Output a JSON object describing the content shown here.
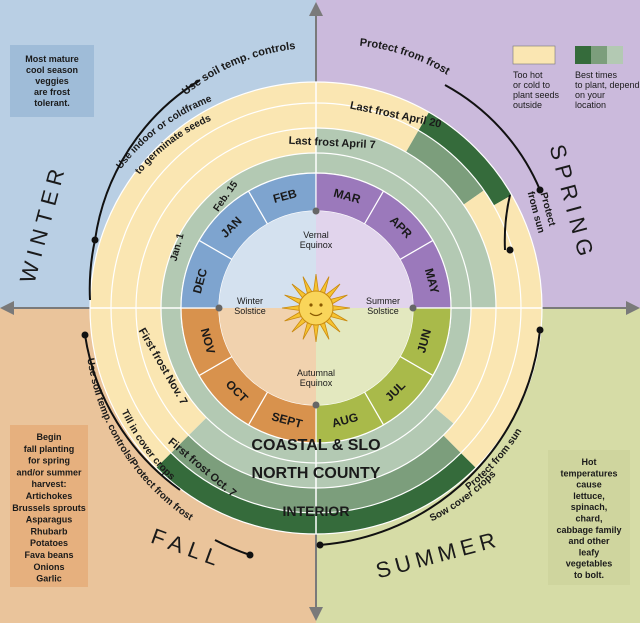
{
  "seasons": {
    "winter": "WINTER",
    "spring": "SPRING",
    "summer": "SUMMER",
    "fall": "FALL"
  },
  "rings": {
    "coastal": "COASTAL & SLO",
    "north_county": "NORTH COUNTY",
    "interior": "INTERIOR"
  },
  "months": [
    "JAN",
    "FEB",
    "MAR",
    "APR",
    "MAY",
    "JUN",
    "JUL",
    "AUG",
    "SEPT",
    "OCT",
    "NOV",
    "DEC"
  ],
  "markers": {
    "vernal": [
      "Vernal",
      "Equinox"
    ],
    "summer_solstice": [
      "Summer",
      "Solstice"
    ],
    "autumnal": [
      "Autumnal",
      "Equinox"
    ],
    "winter_solstice": [
      "Winter",
      "Solstice"
    ]
  },
  "frost_dates": {
    "jan1": "Jan. 1",
    "feb15": "Feb. 15",
    "last_april7": "Last frost April 7",
    "last_april20": "Last frost April 20",
    "first_nov7": "First frost Nov. 7",
    "first_oct7": "First frost Oct. 7"
  },
  "arc_labels": {
    "soil_temp": "Use soil temp. controls",
    "indoor_line1": "Use indoor or coldframe",
    "indoor_line2": "to germinate seeds",
    "protect_frost": "Protect from frost",
    "protect_sun_spring_line1": "Protect",
    "protect_sun_spring_line2": "from sun",
    "fall_line1": "Use soil temp. controls/Protect from frost",
    "fall_line2": "Till in cover crops",
    "summer_line1": "Protect from sun",
    "summer_line2": "Sow cover crops"
  },
  "notes": {
    "winter": [
      "Most mature",
      "cool season",
      "veggies",
      "are frost",
      "tolerant."
    ],
    "fall": [
      "Begin",
      "fall planting",
      "for spring",
      "and/or summer",
      "harvest:",
      "Artichokes",
      "Brussels sprouts",
      "Asparagus",
      "Rhubarb",
      "Potatoes",
      "Fava beans",
      "Onions",
      "Garlic"
    ],
    "summer": [
      "Hot",
      "temperatures",
      "cause",
      "lettuce,",
      "spinach,",
      "chard,",
      "cabbage family",
      "and other",
      "leafy",
      "vegetables",
      "to bolt."
    ]
  },
  "legend": {
    "too_hot": [
      "Too hot",
      "or cold to",
      "plant seeds",
      "outside"
    ],
    "best_times": [
      "Best times",
      "to plant, depending",
      "on your",
      "location"
    ]
  },
  "colors": {
    "winter_bg": "#b9cfe4",
    "spring_bg": "#cbbadc",
    "summer_bg": "#d6dca6",
    "fall_bg": "#eac49b",
    "cream": "#fae6b2",
    "green_light": "#b3c9b3",
    "green_mid": "#7c9e7c",
    "green_dark": "#356b3b",
    "month_blue": "#7ea4cf",
    "month_purple": "#9b79bb",
    "month_green": "#a9ba4a",
    "month_orange": "#d8924d",
    "sun": "#f6c330"
  }
}
